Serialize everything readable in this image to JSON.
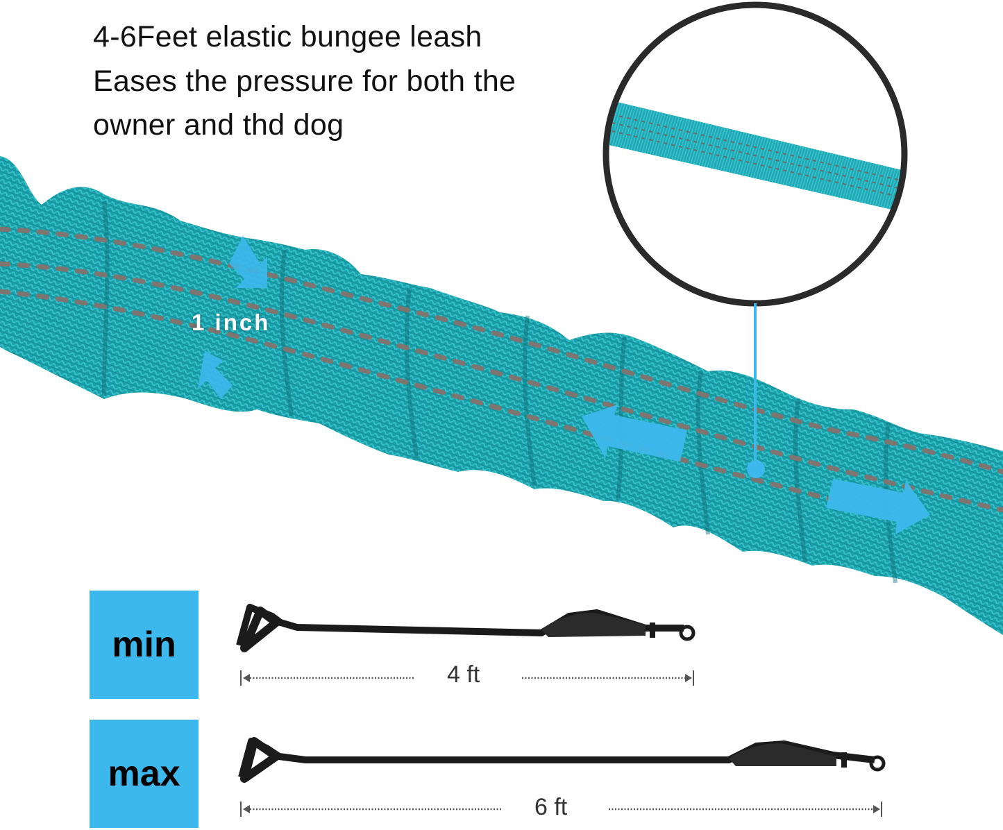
{
  "headline": {
    "lines": [
      "4-6Feet elastic bungee leash",
      "Eases the pressure for both the",
      "owner and thd dog"
    ]
  },
  "callouts": {
    "width_label": "1 inch"
  },
  "sizes": {
    "min": {
      "label": "min",
      "length": "4 ft"
    },
    "max": {
      "label": "max",
      "length": "6 ft"
    }
  },
  "colors": {
    "accent_blue": "#3db8ec",
    "bungee_teal": "#1a9ea8",
    "stitch_grey": "#7f7570",
    "ring_dark": "#2a2a2a",
    "leash_black": "#1b1b1b"
  }
}
